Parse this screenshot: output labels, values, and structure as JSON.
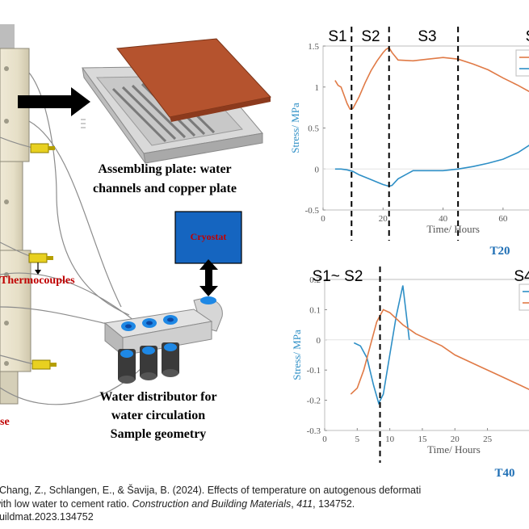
{
  "figure": {
    "assembling_caption_line1": "Assembling plate: water",
    "assembling_caption_line2": "channels and copper plate",
    "cryostat_label": "Cryostat",
    "thermocouples_label": "Thermocouples",
    "cut_label": "se",
    "distributor_caption_line1": "Water distributor for",
    "distributor_caption_line2": "water circulation",
    "distributor_caption_line3": "Sample geometry",
    "colors": {
      "blue": "#2e8fc6",
      "orange": "#e07a46",
      "cryostat": "#1565c0",
      "copper": "#b5532e"
    }
  },
  "chart_data": [
    {
      "type": "line",
      "title": "T20",
      "xlabel": "Time/ Hours",
      "ylabel": "Stress/ MPa",
      "xlim": [
        0,
        70
      ],
      "ylim": [
        -0.5,
        1.5
      ],
      "xticks": [
        "0",
        "20",
        "40",
        "60"
      ],
      "yticks": [
        "-0.5",
        "0",
        "0.5",
        "1",
        "1.5"
      ],
      "stages": [
        {
          "label": "S1",
          "x": 9.5
        },
        {
          "label": "S2",
          "x": 22
        },
        {
          "label": "S3",
          "x": 45
        },
        {
          "label": "S",
          "x": null
        }
      ],
      "stage_lines_x": [
        9.5,
        22,
        45
      ],
      "series": [
        {
          "color": "#e07a46",
          "x": [
            4,
            5,
            6,
            7,
            8,
            9,
            10,
            12,
            14,
            16,
            18,
            20,
            21,
            22,
            23,
            25,
            30,
            35,
            40,
            45,
            50,
            55,
            60,
            65,
            70
          ],
          "y": [
            1.08,
            1.02,
            1.0,
            0.9,
            0.8,
            0.73,
            0.74,
            0.88,
            1.05,
            1.2,
            1.32,
            1.42,
            1.46,
            1.48,
            1.42,
            1.33,
            1.32,
            1.34,
            1.36,
            1.34,
            1.28,
            1.21,
            1.11,
            1.02,
            0.92
          ]
        },
        {
          "color": "#2e8fc6",
          "x": [
            4,
            6,
            8,
            10,
            12,
            14,
            16,
            18,
            20,
            22,
            23,
            25,
            30,
            35,
            40,
            45,
            50,
            55,
            60,
            65,
            70
          ],
          "y": [
            0.0,
            0.0,
            -0.01,
            -0.03,
            -0.07,
            -0.1,
            -0.13,
            -0.16,
            -0.19,
            -0.21,
            -0.2,
            -0.12,
            -0.02,
            -0.02,
            -0.02,
            0.0,
            0.03,
            0.07,
            0.12,
            0.2,
            0.32
          ]
        }
      ]
    },
    {
      "type": "line",
      "title": "T40",
      "xlabel": "Time/ Hours",
      "ylabel": "Stress/ MPa",
      "xlim": [
        0,
        32
      ],
      "ylim": [
        -0.3,
        0.2
      ],
      "xticks": [
        "0",
        "5",
        "10",
        "15",
        "20",
        "25"
      ],
      "yticks": [
        "-0.3",
        "-0.2",
        "-0.1",
        "0",
        "0.1",
        "0.2"
      ],
      "stages": [
        {
          "label": "S1~ S2",
          "x": null
        },
        {
          "label": "S4",
          "x": null
        }
      ],
      "stage_lines_x": [
        8.5
      ],
      "series": [
        {
          "color": "#2e8fc6",
          "x": [
            4.5,
            5.5,
            6.5,
            7.5,
            8.3,
            9,
            10,
            11,
            12,
            13
          ],
          "y": [
            -0.01,
            -0.02,
            -0.06,
            -0.15,
            -0.21,
            -0.18,
            -0.05,
            0.08,
            0.18,
            0.0
          ]
        },
        {
          "color": "#e07a46",
          "x": [
            4,
            5,
            6,
            7,
            8,
            9,
            10,
            12,
            14,
            16,
            18,
            20,
            22,
            24,
            26,
            28,
            30,
            32
          ],
          "y": [
            -0.18,
            -0.16,
            -0.1,
            -0.02,
            0.06,
            0.1,
            0.09,
            0.05,
            0.02,
            0.0,
            -0.02,
            -0.05,
            -0.07,
            -0.09,
            -0.11,
            -0.13,
            -0.15,
            -0.17
          ]
        }
      ]
    }
  ],
  "citation": {
    "line1": ", Chang, Z., Schlangen, E., & Šavija, B. (2024). Effects of temperature on autogenous deformati",
    "line2_prefix": "with low water to cement ratio. ",
    "journal": "Construction and Building Materials",
    "line2_mid": ", ",
    "volume": "411",
    "line2_suffix": ", 134752.",
    "line3": "buildmat.2023.134752"
  }
}
